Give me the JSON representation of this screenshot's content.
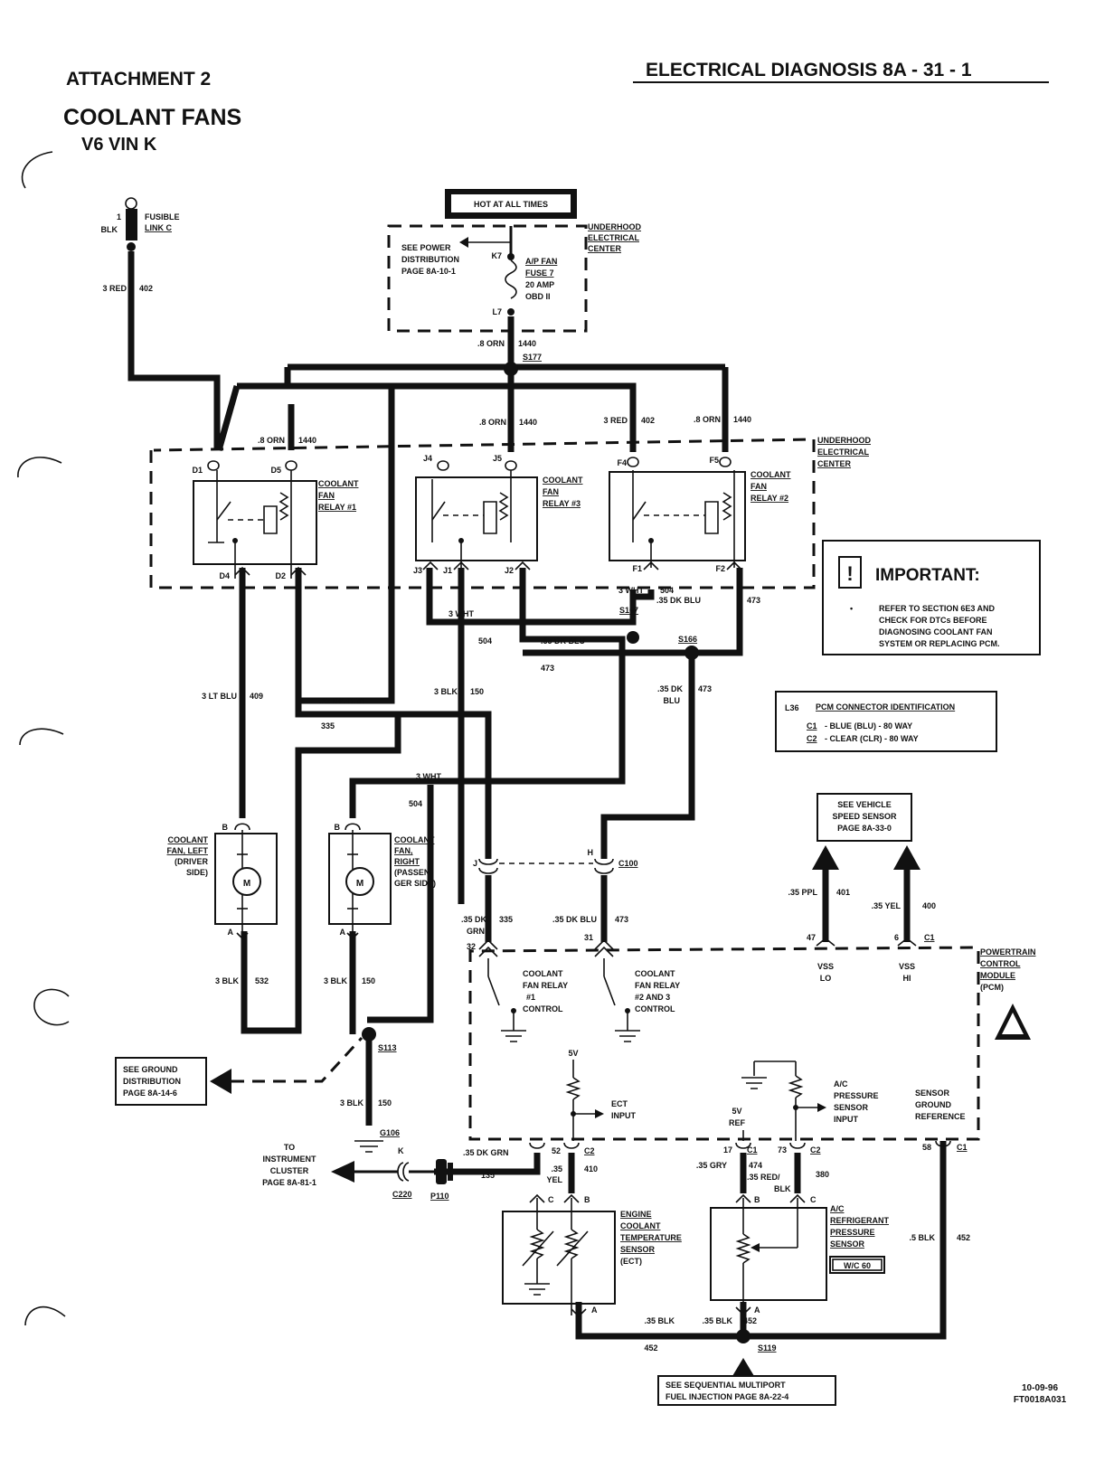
{
  "header": {
    "left": "ATTACHMENT 2",
    "right": "ELECTRICAL DIAGNOSIS 8A - 31 - 1",
    "title": "COOLANT FANS",
    "subtitle": "V6 VIN K"
  },
  "hot": "HOT AT ALL TIMES",
  "fusible": {
    "pin": "1",
    "color": "BLK",
    "l1": "FUSIBLE",
    "l2": "LINK C"
  },
  "underhood": {
    "l1": "UNDERHOOD",
    "l2": "ELECTRICAL",
    "l3": "CENTER"
  },
  "seepower": {
    "l1": "SEE POWER",
    "l2": "DISTRIBUTION",
    "l3": "PAGE 8A-10-1"
  },
  "fuse": {
    "l1": "A/P FAN",
    "l2": "FUSE 7",
    "l3": "20 AMP",
    "l4": "OBD II",
    "k7": "K7",
    "l7": "L7"
  },
  "splices": {
    "s177": "S177",
    "s167": "S167",
    "s166": "S166",
    "s113": "S113",
    "s119": "S119",
    "g106": "G106"
  },
  "wires": {
    "red402": "3 RED",
    "n402": "402",
    "orn": ".8 ORN",
    "n1440": "1440",
    "ltblu": "3 LT BLU",
    "n409": "409",
    "dkgrn": ".35 DK GRN",
    "n335": "335",
    "blk": "3 BLK",
    "n150": "150",
    "wht": "3 WHT",
    "n504": "504",
    "dkblu": ".35 DK BLU",
    "n473": "473",
    "dkblu_a": ".35 DK",
    "dkblu_b": "BLU",
    "dkgrn_a": ".35 DK",
    "dkgrn_b": "GRN",
    "n532": "532",
    "ppl": ".35 PPL",
    "n401": "401",
    "yel": ".35 YEL",
    "n400": "400",
    "dkgrn135": ".35 DK GRN",
    "n135": "135",
    "yel410a": ".35",
    "yel410b": "YEL",
    "n410": "410",
    "gry": ".35 GRY",
    "n474": "474",
    "redblk_a": ".35 RED/",
    "redblk_b": "BLK",
    "n380": "380",
    "blk5": ".5 BLK",
    "n452": "452",
    "blk35": ".35 BLK"
  },
  "relays": {
    "r1": {
      "l1": "COOLANT",
      "l2": "FAN",
      "l3": "RELAY #1"
    },
    "r3": {
      "l1": "COOLANT",
      "l2": "FAN",
      "l3": "RELAY #3"
    },
    "r2": {
      "l1": "COOLANT",
      "l2": "FAN",
      "l3": "RELAY #2"
    }
  },
  "pins": {
    "d1": "D1",
    "d5": "D5",
    "d4": "D4",
    "d2": "D2",
    "j4": "J4",
    "j5": "J5",
    "j3": "J3",
    "j1": "J1",
    "j2": "J2",
    "f4": "F4",
    "f5": "F5",
    "f1": "F1",
    "f2": "F2",
    "b": "B",
    "a": "A",
    "c": "C",
    "j": "J",
    "h": "H",
    "k": "K",
    "p32": "32",
    "p31": "31",
    "p47": "47",
    "p6": "6",
    "p52": "52",
    "p17": "17",
    "p73": "73",
    "p58": "58",
    "c1": "C1",
    "c2": "C2",
    "c100": "C100",
    "c220": "C220",
    "p110": "P110"
  },
  "important": {
    "head": "IMPORTANT:",
    "bullet": "•",
    "t1": "REFER TO SECTION 6E3 AND",
    "t2": "CHECK FOR DTCs BEFORE",
    "t3": "DIAGNOSING COOLANT FAN",
    "t4": "SYSTEM OR REPLACING PCM."
  },
  "pcmid": {
    "code": "L36",
    "head": "PCM CONNECTOR IDENTIFICATION",
    "r1a": "C1",
    "r1b": "- BLUE (BLU) - 80 WAY",
    "r2a": "C2",
    "r2b": "- CLEAR (CLR) - 80 WAY"
  },
  "fanleft": {
    "l1": "COOLANT",
    "l2": "FAN, LEFT",
    "l3": "(DRIVER",
    "l4": "SIDE)"
  },
  "fanright": {
    "l1": "COOLANT",
    "l2": "FAN,",
    "l3": "RIGHT",
    "l4": "(PASSEN-",
    "l5": "GER SIDE)"
  },
  "motor": "M",
  "vss": {
    "l1": "SEE VEHICLE",
    "l2": "SPEED SENSOR",
    "l3": "PAGE 8A-33-0"
  },
  "pcm": {
    "l1": "POWERTRAIN",
    "l2": "CONTROL",
    "l3": "MODULE",
    "l4": "(PCM)",
    "vsslo_a": "VSS",
    "vsslo_b": "LO",
    "vsshi_a": "VSS",
    "vsshi_b": "HI",
    "cr1_a": "COOLANT",
    "cr1_b": "FAN RELAY",
    "cr1_c": "#1",
    "cr1_d": "CONTROL",
    "cr2_a": "COOLANT",
    "cr2_b": "FAN RELAY",
    "cr2_c": "#2 AND 3",
    "cr2_d": "CONTROL",
    "fivev": "5V",
    "ect_a": "ECT",
    "ect_b": "INPUT",
    "ref_a": "5V",
    "ref_b": "REF",
    "ac_a": "A/C",
    "ac_b": "PRESSURE",
    "ac_c": "SENSOR",
    "ac_d": "INPUT",
    "sg_a": "SENSOR",
    "sg_b": "GROUND",
    "sg_c": "REFERENCE"
  },
  "ground": {
    "l1": "SEE GROUND",
    "l2": "DISTRIBUTION",
    "l3": "PAGE 8A-14-6"
  },
  "cluster": {
    "l1": "TO",
    "l2": "INSTRUMENT",
    "l3": "CLUSTER",
    "l4": "PAGE 8A-81-1"
  },
  "ect": {
    "l1": "ENGINE",
    "l2": "COOLANT",
    "l3": "TEMPERATURE",
    "l4": "SENSOR",
    "l5": "(ECT)"
  },
  "acsensor": {
    "l1": "A/C",
    "l2": "REFRIGERANT",
    "l3": "PRESSURE",
    "l4": "SENSOR",
    "wc": "W/C 60"
  },
  "sfi": {
    "l1": "SEE SEQUENTIAL MULTIPORT",
    "l2": "FUEL INJECTION PAGE 8A-22-4"
  },
  "footer": {
    "date": "10-09-96",
    "code": "FT0018A031"
  }
}
